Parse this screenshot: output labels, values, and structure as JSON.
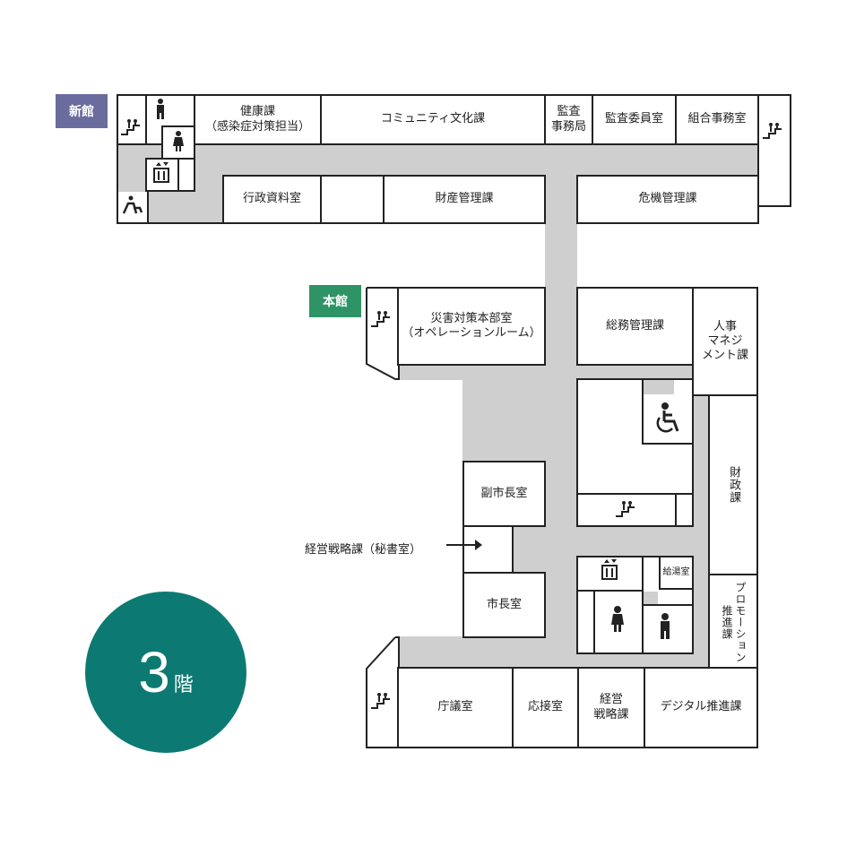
{
  "buildings": {
    "annex_label": "新館",
    "main_label": "本館"
  },
  "floor": {
    "number": "3",
    "suffix": "階"
  },
  "rooms": {
    "kenko": "健康課\n（感染症対策担当）",
    "community": "コミュニティ文化課",
    "kansa_jimu": "監査\n事務局",
    "kansa_iin": "監査委員室",
    "kumiai": "組合事務室",
    "gyosei_shiryo": "行政資料室",
    "zaisan": "財産管理課",
    "kiki": "危機管理課",
    "saigai": "災害対策本部室\n（オペレーションルーム）",
    "somu": "総務管理課",
    "jinji": "人事\nマネジ\nメント課",
    "zaisei": "財政課",
    "promotion": "プロモーション推進課",
    "fukushicho": "副市長室",
    "shicho": "市長室",
    "kyuto": "給湯室",
    "chogi": "庁議室",
    "osetsu": "応接室",
    "keiei": "経営\n戦略課",
    "digital": "デジタル推進課"
  },
  "annotation": {
    "keiei_secretary": "経営戦略課（秘書室）"
  },
  "colors": {
    "annex_tag": "#6b6c9e",
    "main_tag": "#2e9466",
    "floor_circle": "#0c7a72",
    "corridor": "#cfcfcf"
  }
}
